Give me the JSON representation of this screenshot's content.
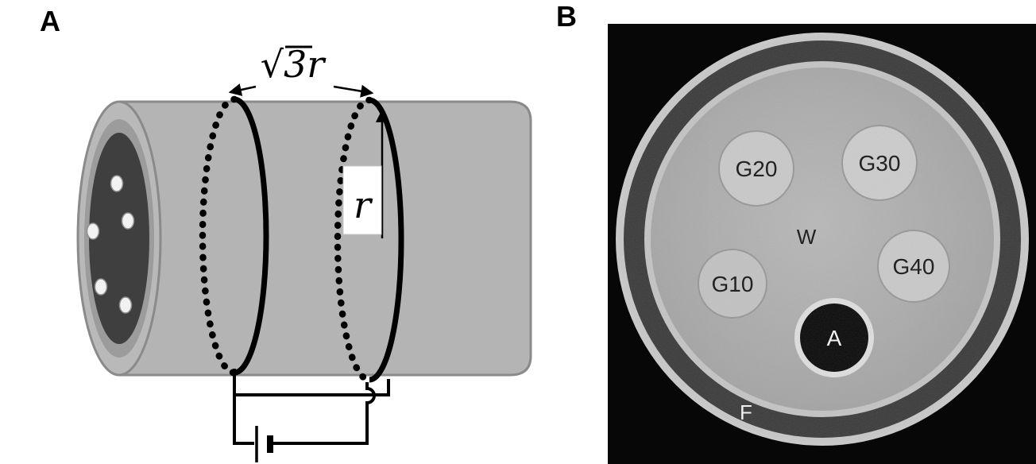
{
  "figure": {
    "panel_a_label": "A",
    "panel_b_label": "B"
  },
  "panelA": {
    "spacing_label": "√3r",
    "radius_label": "r"
  },
  "panelB": {
    "vials": [
      {
        "label": "G20"
      },
      {
        "label": "G30"
      },
      {
        "label": "G10"
      },
      {
        "label": "G40"
      },
      {
        "label": "A"
      }
    ],
    "water_label": "W",
    "fat_label": "F"
  },
  "colors": {
    "page_background": "#ffffff",
    "cylinder_gray": "#b4b4b4",
    "cap_core_gray": "#3f3f3f",
    "scan_background": "#070707",
    "phantom_dark_ring": "#3b3b3b",
    "phantom_interior": "#aaaaaa",
    "line_black": "#000000"
  }
}
